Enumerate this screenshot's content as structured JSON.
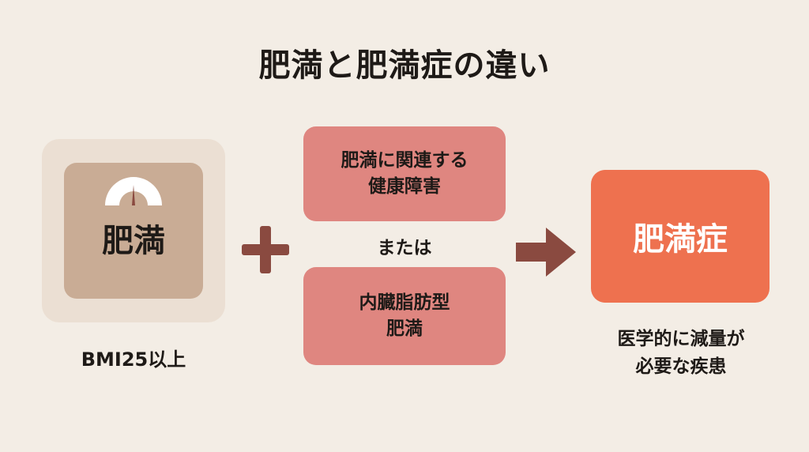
{
  "title": "肥満と肥満症の違い",
  "left": {
    "icon": "weight-scale-icon",
    "label": "肥満",
    "caption": "BMI25以上"
  },
  "operator_icon": "plus-icon",
  "conditions": {
    "top": "肥満に関連する\n健康障害",
    "or": "または",
    "bottom": "内臓脂肪型\n肥満"
  },
  "arrow_icon": "arrow-right-icon",
  "result": {
    "label": "肥満症",
    "description": "医学的に減量が\n必要な疾患"
  },
  "colors": {
    "background": "#f3ede5",
    "scale_outer": "#ebdfd3",
    "scale_inner": "#c9ac95",
    "condition_box": "#df8680",
    "result_box": "#ee714f",
    "icon_brown": "#8a4a40"
  }
}
